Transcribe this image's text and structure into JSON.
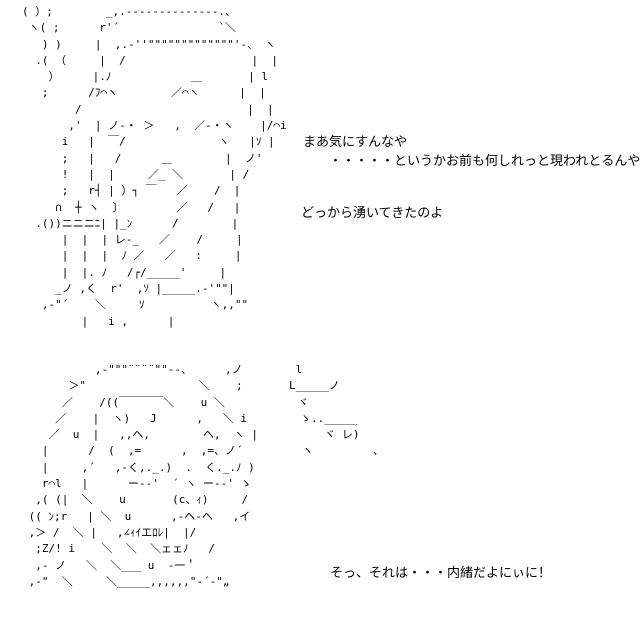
{
  "scene_top": {
    "ascii_art": "( ）;        _,.--------------.、\n ヽ( ;      r'´               `＼\n   ) )     |  ,.-''\"\"\"\"\"\"\"\"\"\"\"\"\"'‐、 ヽ\n  .( （     |  /                   |  |\n    ）     |.ﾉ            ＿       | l\n   ;      /ﾌ⌒ヽ        ／⌒ヽ      |  |\n        /                         |  |\n       ,'  | ノ-・ ＞   ,  ／-・ヽ    |/⌒i\n      i   |  ￣/              ヽ   |ｿ |\n      ;   |   /      ＿        |  ノ'\n      !   |  |     ／_ ＼       | /\n      ;   r┤ | ）┐ ￣   ／    /  |\n     ∩  ┼ ヽ  〕        ／   /   |\n  .())ニニニﾆ| |_ﾝ      /        |\n      |  |  | レ‐_   ／    /     |\n      |  |  |  ﾉ ／   ／   :     |\n      |  |. ﾉ   /┌/_____'     |\n     _ノ ,く  r'  ,ｿ |_____.-'\"\"|\n   ,-\"´    ＼     ｿ          ヽ,,\"\"\n         |   i ,      |",
    "dialogue_lines": [
      "まあ気にすんなや",
      "・・・・・というかお前も何しれっと現われとるんや",
      "どっから湧いてきたのよ"
    ]
  },
  "scene_bottom": {
    "ascii_art": "           ,-\"\"\"¨¨¨¨\"\"‐-、     ,ノ        l\n       ＞\"                 ＼    ;       L_____ノ\n      ／    /((￣￣￣￣＼    u ＼           ヾ\n     ／    |  ヽ)   J      ,   ＼ i        ゝ.._____\n    ／  u  |   ,,ヘ,        ヘ,  ヽ |          ヾ レ)\n   |      /  (  ,=      ,  ,=、ノ´         ヽ         、\n   |     ,´   ,‐く,._.)  .  く._.ﾉ )\n   r⌒l   |      ー--'  ´ ヽ ー--' ゝ\n  ,( (|  ＼    u       (c、ｨ)     /\n (( ﾝ;r   | ＼  u      ,‐ヘ‐ヘ   ,イ\n ,＞ /  ＼ |   ,∠ｨｲエﾛﾚ|  |/\n  ;Z/! i    ＼  ＼  ＼ェェﾉ   /\n  ,- ノ   ＼  ＼___ u  ‐一＇\n ,-\"  ＼     ＼_____,,,,,,\"‐´‐\"„",
    "dialogue_lines": [
      "そっ、それは・・・内緒だよにぃに！"
    ]
  }
}
